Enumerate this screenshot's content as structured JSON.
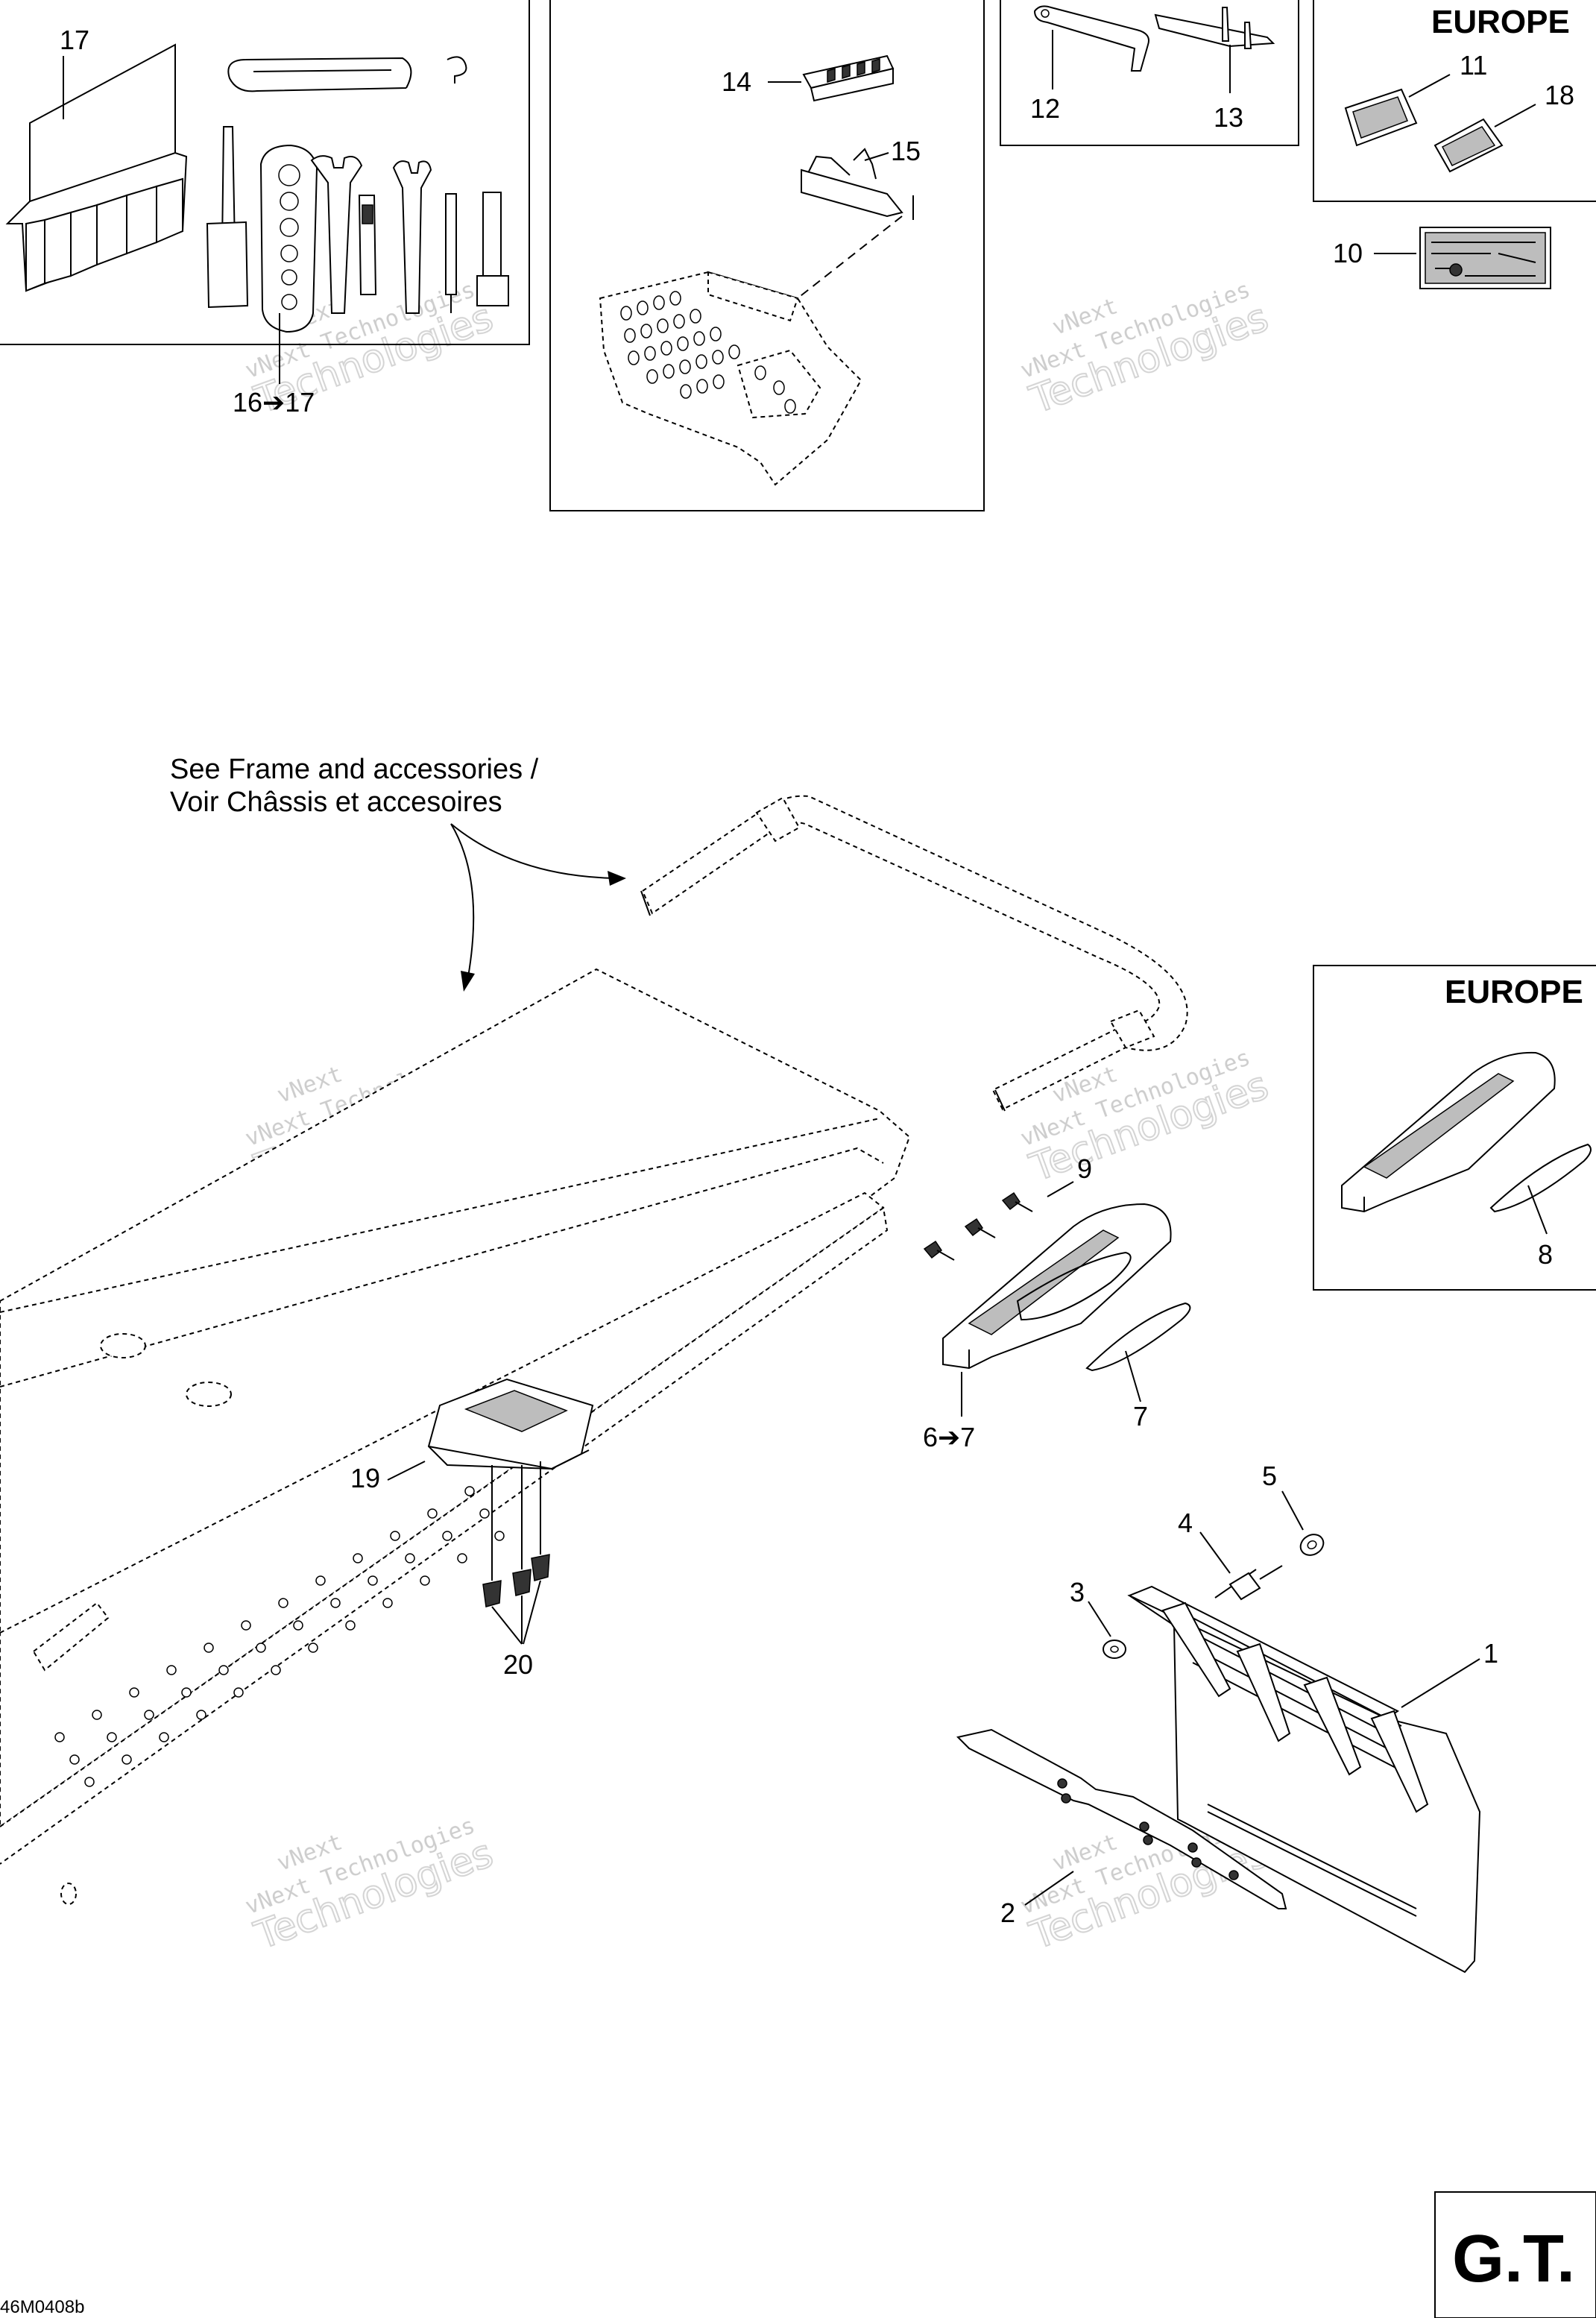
{
  "callouts": {
    "c1": "1",
    "c2": "2",
    "c3": "3",
    "c4": "4",
    "c5": "5",
    "c6_7": "6➔7",
    "c7": "7",
    "c8": "8",
    "c9": "9",
    "c10": "10",
    "c11": "11",
    "c12": "12",
    "c13": "13",
    "c14": "14",
    "c15": "15",
    "c16_17": "16➔17",
    "c17": "17",
    "c18": "18",
    "c19": "19",
    "c20": "20"
  },
  "region_labels": {
    "europe_top": "EUROPE",
    "europe_mid": "EUROPE"
  },
  "note": {
    "line1": "See Frame and accessories /",
    "line2": "Voir Châssis et accesoires"
  },
  "model_badge": "G.T.",
  "drawing_code": "46M0408b",
  "watermark": {
    "line1": "vNext",
    "line2": "vNext Technologies",
    "line3": "Technologies"
  },
  "icons": {
    "tool-kit": "tool-kit-icon",
    "ski-tip": "ski-tip-icon",
    "snowflap": "snowflap-icon",
    "handle": "handle-icon"
  }
}
